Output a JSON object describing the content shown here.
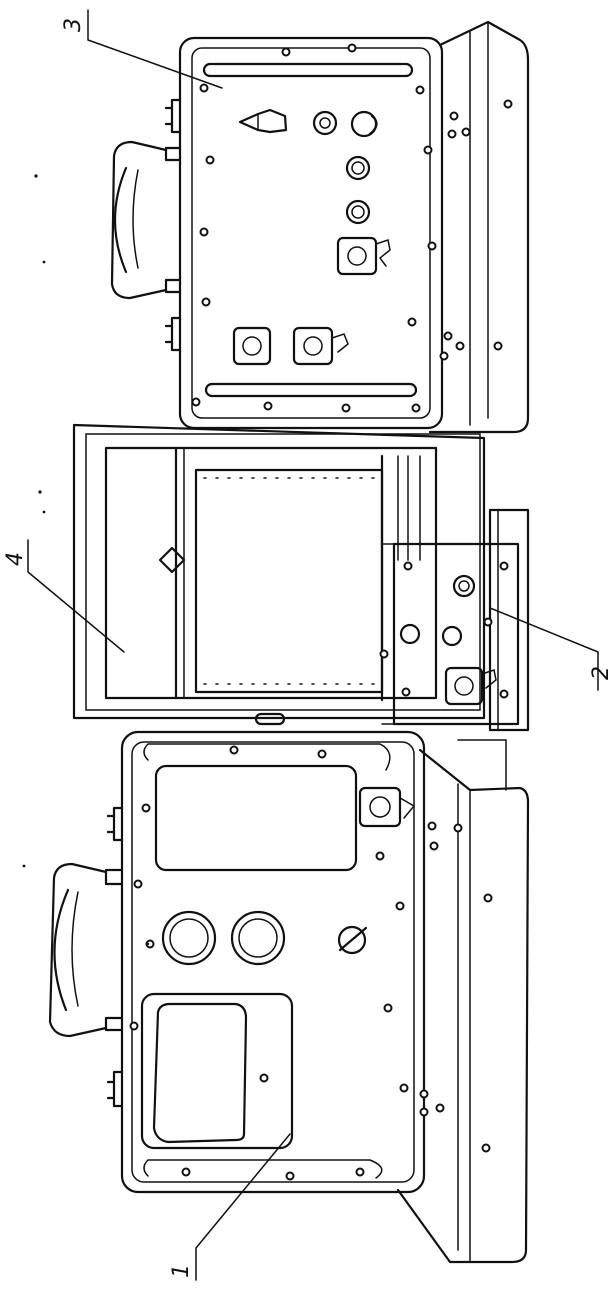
{
  "labels": {
    "l1": "1",
    "l2": "2",
    "l3": "3",
    "l4": "4"
  }
}
